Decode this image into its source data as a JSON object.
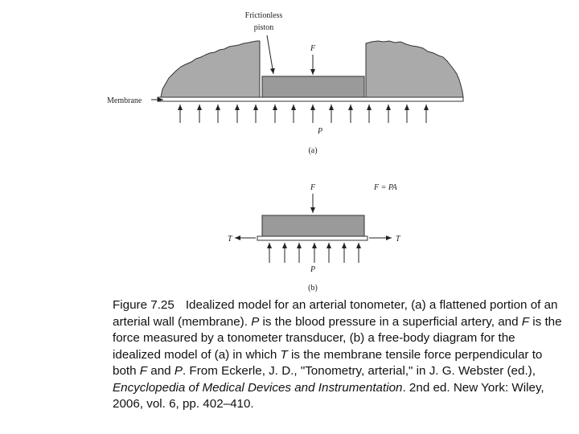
{
  "figure": {
    "panel_a": {
      "piston_label_line1": "Frictionless",
      "piston_label_line2": "piston",
      "force_label": "F",
      "membrane_label": "Membrane",
      "pressure_label": "P",
      "panel_tag": "(a)"
    },
    "panel_b": {
      "force_label": "F",
      "equation": "F = PA",
      "tension_left": "T",
      "tension_right": "T",
      "pressure_label": "P",
      "panel_tag": "(b)"
    }
  },
  "caption": {
    "figure_number": "Figure 7.25",
    "s1": "Idealized model for an arterial tonometer, (a) a flattened portion of an arterial wall (membrane). ",
    "P1": "P",
    "s2": " is the blood pressure in a superficial artery, and ",
    "F1": "F",
    "s3": " is the force measured by a tonometer transducer, (b) a free-body diagram for the idealized model of (a) in which ",
    "T1": "T",
    "s4": " is the membrane tensile force perpendicular to both ",
    "F2": "F",
    "s5": " and ",
    "P2": "P",
    "s6": ". From Eckerle, J. D., \"Tonometry, arterial,\" in J. G. Webster (ed.), ",
    "book": "Encyclopedia of Medical Devices and Instrumentation",
    "s7": ". 2nd ed. New York: Wiley, 2006, vol. 6, pp. 402–410."
  }
}
